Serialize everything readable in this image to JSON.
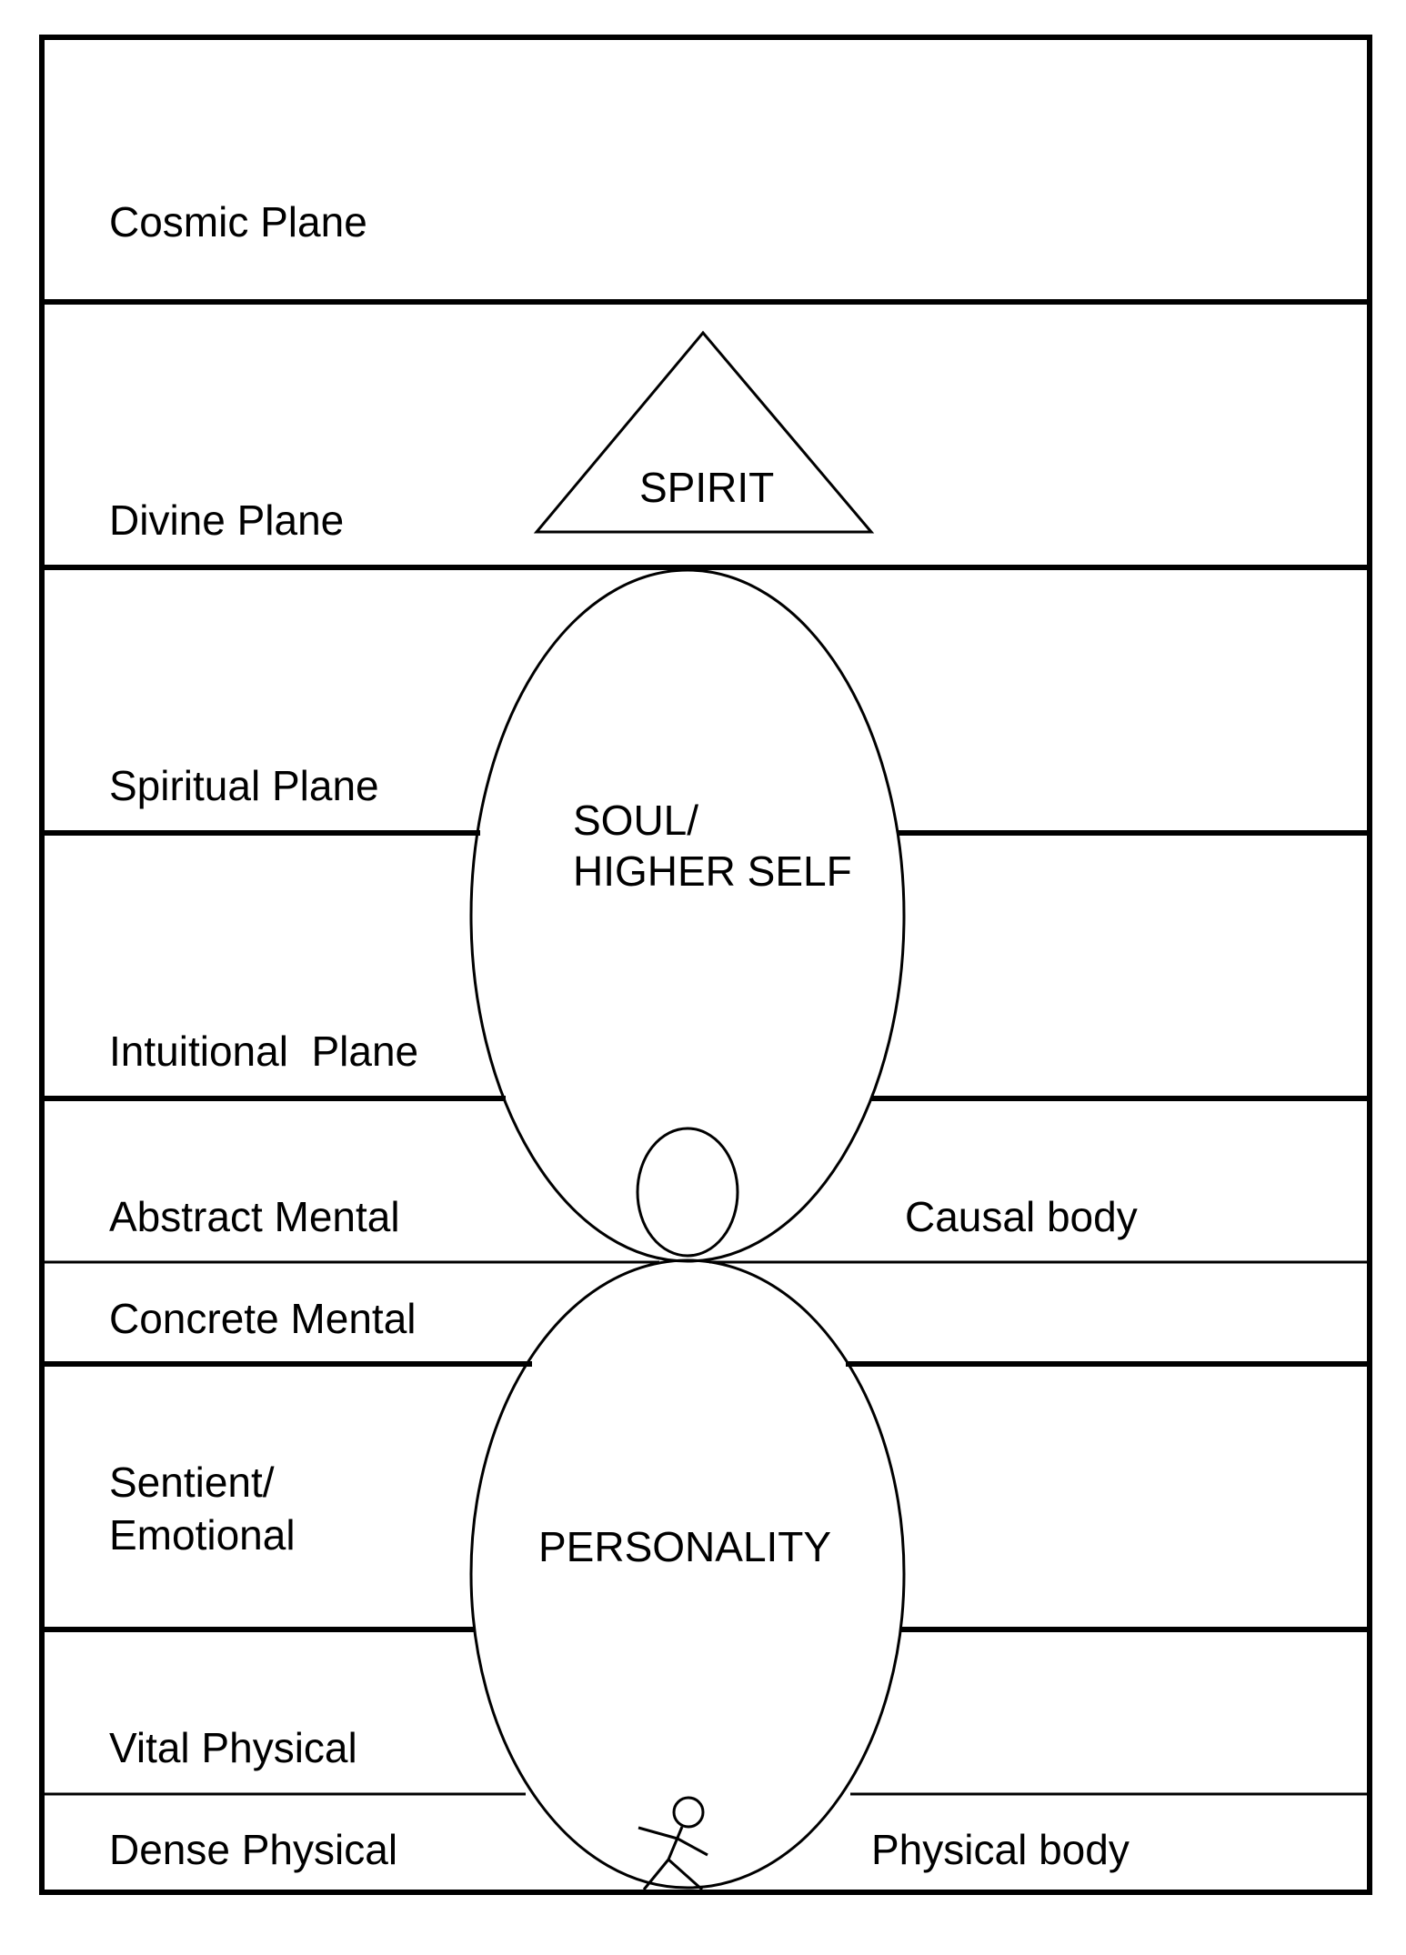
{
  "colors": {
    "line": "#000000",
    "background": "#ffffff"
  },
  "planes": [
    "Cosmic Plane",
    "Divine Plane",
    "Spiritual Plane",
    "Intuitional  Plane",
    "Abstract Mental",
    "Concrete Mental",
    [
      "Sentient/",
      "Emotional"
    ],
    "Vital Physical",
    "Dense Physical"
  ],
  "entities": {
    "spirit": "SPIRIT",
    "soul": [
      "SOUL/",
      "HIGHER SELF"
    ],
    "personality": "PERSONALITY"
  },
  "bodies": {
    "causal": "Causal body",
    "physical": "Physical body"
  }
}
